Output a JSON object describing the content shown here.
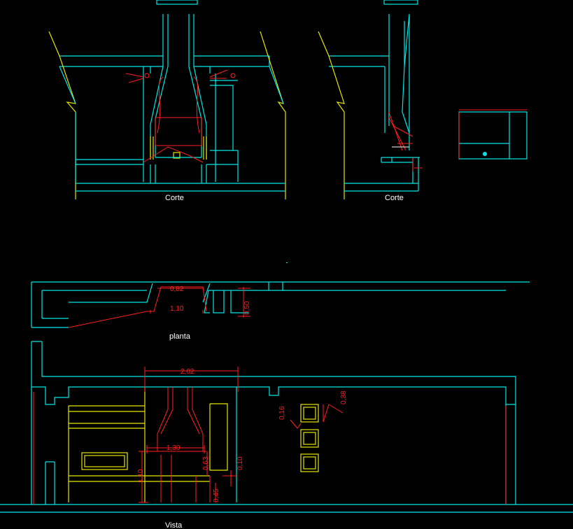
{
  "views": {
    "section_left_label": "Corte",
    "section_right_label": "Corte",
    "plan_label": "planta",
    "elevation_label": "Vista"
  },
  "dimensions": {
    "plan_top": "0,82",
    "plan_width": "1,10",
    "plan_depth": "0,50",
    "elev_total": "2,02",
    "elev_opening": "1,30",
    "elev_height": "1,10",
    "elev_side": "0,63",
    "elev_base": "0,45",
    "elev_step": "0,10",
    "window_gap": "0,16",
    "window_size": "0,38"
  },
  "colors": {
    "background": "#000000",
    "walls": "#00e5e5",
    "secondary": "#e5e500",
    "dimensions": "#ff2020",
    "text": "#ffffff"
  }
}
